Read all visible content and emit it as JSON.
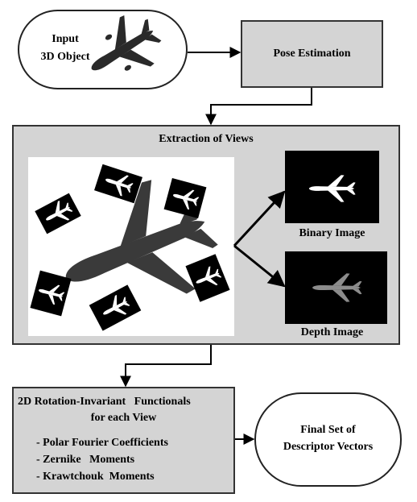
{
  "input": {
    "line1": "Input",
    "line2": "3D Object"
  },
  "pose": {
    "label": "Pose Estimation"
  },
  "extraction": {
    "title": "Extraction of Views",
    "binary_label": "Binary Image",
    "depth_label": "Depth Image"
  },
  "functionals": {
    "line1": "2D Rotation-Invariant   Functionals",
    "line2": "for each View",
    "items": [
      "- Polar Fourier Coefficients",
      "- Zernike   Moments",
      "- Krawtchouk  Moments"
    ]
  },
  "final": {
    "line1": "Final Set of",
    "line2": "Descriptor Vectors"
  }
}
